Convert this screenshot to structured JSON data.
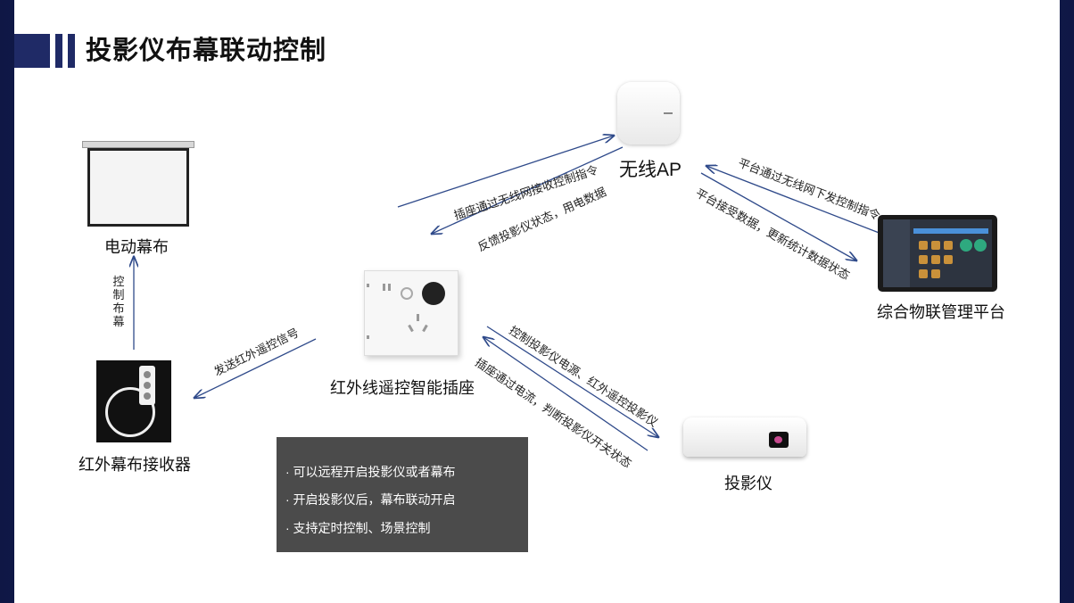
{
  "title": "投影仪布幕联动控制",
  "nodes": {
    "ap": "无线AP",
    "screen": "电动幕布",
    "socket": "红外线遥控智能插座",
    "receiver": "红外幕布接收器",
    "platform": "综合物联管理平台",
    "projector": "投影仪"
  },
  "edges": {
    "socket_to_ap": "插座通过无线网接收控制指令",
    "ap_to_socket": "反馈投影仪状态，用电数据",
    "platform_to_ap": "平台通过无线网下发控制指令",
    "ap_to_platform": "平台接受数据，更新统计数据状态",
    "socket_to_receiver": "发送红外遥控信号",
    "receiver_to_screen": "控制布幕",
    "socket_to_projector": "控制投影仪电源、红外遥控投影仪",
    "projector_to_socket": "插座通过电流，判断投影仪开关状态"
  },
  "info": [
    "· 可以远程开启投影仪或者幕布",
    "· 开启投影仪后，幕布联动开启",
    "· 支持定时控制、场景控制"
  ],
  "colors": {
    "accent": "#1f2a66",
    "arrow": "#2f4a8a",
    "info_bg": "#4b4b4b"
  }
}
